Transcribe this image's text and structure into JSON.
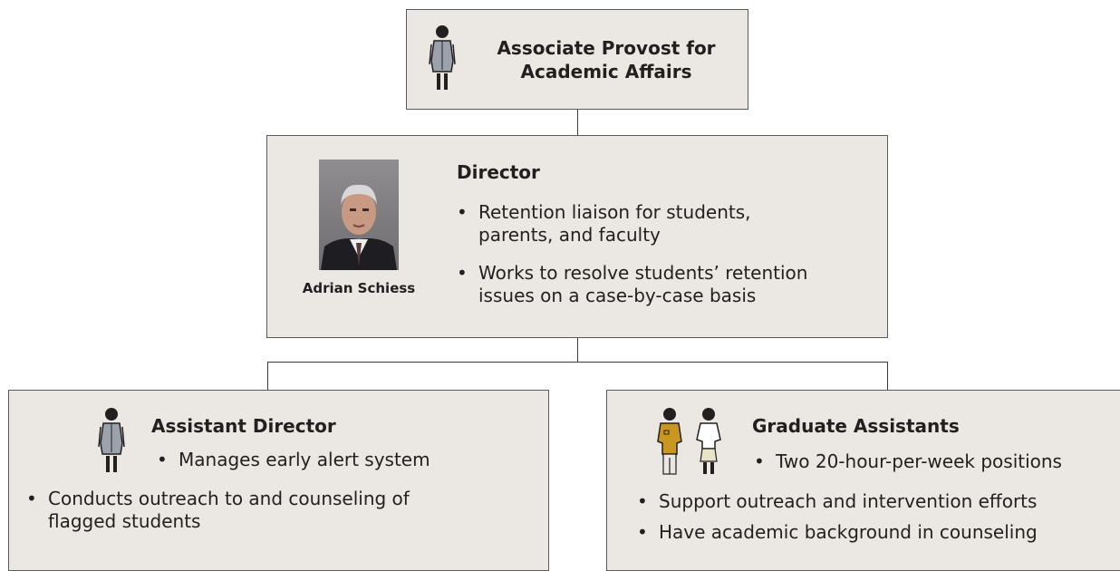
{
  "top_box": {
    "title_line1": "Associate Provost for",
    "title_line2": "Academic Affairs"
  },
  "director": {
    "title": "Director",
    "photo_caption": "Adrian Schiess",
    "bullets": [
      {
        "line1": "Retention liaison for students,",
        "line2": "parents, and faculty"
      },
      {
        "line1": "Works to resolve students’ retention",
        "line2": "issues on a case-by-case basis"
      }
    ]
  },
  "assistant_director": {
    "title": "Assistant Director",
    "sub_bullet": "Manages early alert system",
    "bullets": [
      {
        "line1": "Conducts outreach to and counseling of",
        "line2": "flagged students"
      }
    ]
  },
  "graduate_assistants": {
    "title": "Graduate Assistants",
    "sub_bullet": "Two 20-hour-per-week positions",
    "bullets": [
      {
        "line1": "Support outreach and intervention efforts"
      },
      {
        "line1": "Have academic background in counseling"
      }
    ]
  },
  "bullet_char": "•",
  "colors": {
    "box_fill": "#ebe7e2",
    "box_border": "#5a5a5a",
    "figure_jacket": "#9aa3ab",
    "figure_gold": "#c9961f"
  },
  "icons": [
    "female-figure-icon",
    "male-figure-icon",
    "female-figure-white-icon"
  ]
}
